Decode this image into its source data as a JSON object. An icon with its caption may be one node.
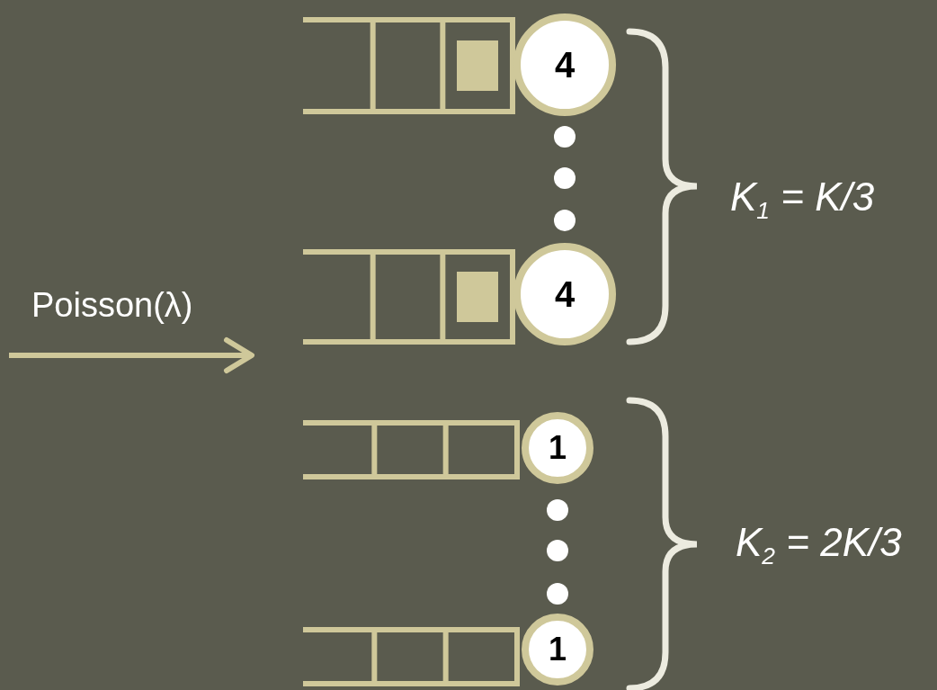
{
  "diagram": {
    "nodes": [
      {
        "text": [
          "4"
        ]
      },
      {
        "text": [
          "4"
        ]
      },
      {
        "text": [
          "1"
        ]
      },
      {
        "text": [
          "1"
        ]
      }
    ],
    "labels": [
      "Poisson(λ)",
      "K$_{1}$ = K/3",
      "K$_{2}$ = 2K/3"
    ]
  }
}
